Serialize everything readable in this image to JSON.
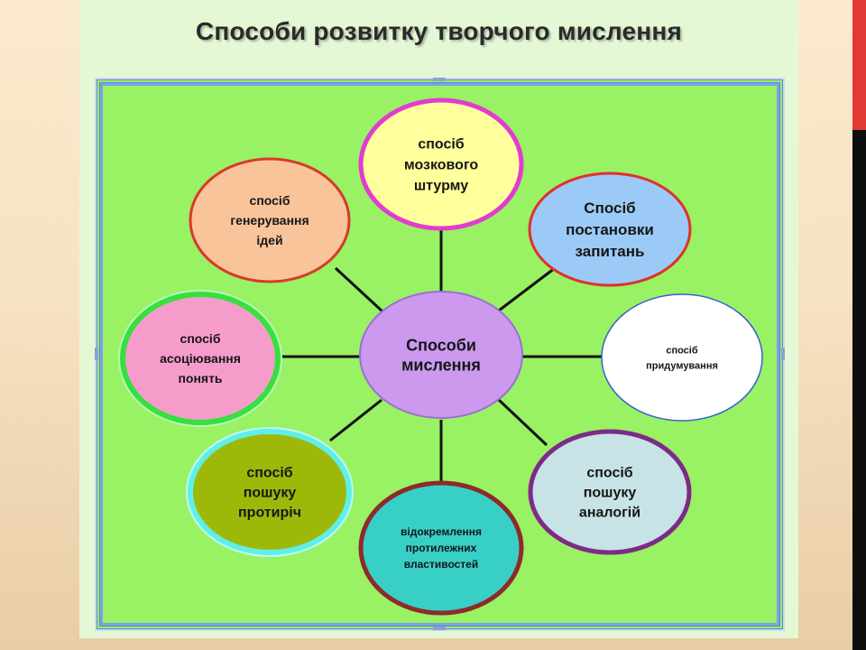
{
  "title": "Способи розвитку творчого мислення",
  "center": {
    "lines": [
      "Способи",
      "мислення"
    ],
    "fill": "#cd99ef",
    "stroke": "#9b6fd0"
  },
  "nodes": [
    {
      "id": "brainstorm",
      "lines": [
        "спосіб",
        "мозкового",
        "штурму"
      ],
      "fill": "#ffff9c",
      "stroke": "#e23bd1"
    },
    {
      "id": "questions",
      "lines": [
        "Спосіб",
        "постановки",
        "запитань"
      ],
      "fill": "#9ccaf6",
      "stroke": "#e0302f"
    },
    {
      "id": "inventing",
      "lines": [
        "спосіб",
        "придумування"
      ],
      "fill": "#ffffff",
      "stroke": "#3a5fd3"
    },
    {
      "id": "analogies",
      "lines": [
        "спосіб",
        "пошуку",
        "аналогій"
      ],
      "fill": "#c7e3e5",
      "stroke": "#7e2a88"
    },
    {
      "id": "separation",
      "lines": [
        "відокремлення",
        "протилежних",
        "властивостей"
      ],
      "fill": "#38cfc6",
      "stroke": "#8e2a2a"
    },
    {
      "id": "contradictions",
      "lines": [
        "спосіб",
        "пошуку",
        "протиріч"
      ],
      "fill": "#9eb80a",
      "stroke": "#5ef0e8"
    },
    {
      "id": "associations",
      "lines": [
        "спосіб",
        "асоціювання",
        "понять"
      ],
      "fill": "#f69cca",
      "stroke": "#36e03f"
    },
    {
      "id": "ideas",
      "lines": [
        "спосіб",
        "генерування",
        "ідей"
      ],
      "fill": "#f9c49a",
      "stroke": "#d83a2a"
    }
  ]
}
